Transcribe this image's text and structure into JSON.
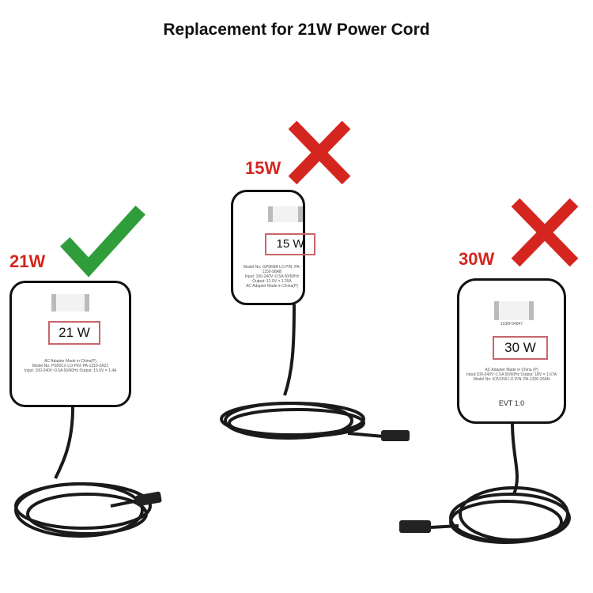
{
  "title": "Replacement for 21W Power Cord",
  "adapters": [
    {
      "watt_tag": "21W",
      "label": "21 W",
      "status": "correct",
      "status_icon": "green-check-icon",
      "color": "#2f9e3a",
      "fine_print": [
        "AC Adapter Made in China(P)",
        "Model No: PS56CX LO P/N: PA-1210-2AZ1",
        "Input: 100-240V~0.5A 50/60Hz Output: 15.0V = 1.4A"
      ]
    },
    {
      "watt_tag": "15W",
      "label": "15 W",
      "status": "incorrect",
      "status_icon": "red-x-icon",
      "color": "#d4261f",
      "fine_print": [
        "Model No: GP96NB LO P/N: PA-1150-98AB",
        "Input: 100-240V~0.5A 50/60Hz Output: 12.0V = 1.25A",
        "AC Adapter Made in China(P)"
      ]
    },
    {
      "watt_tag": "30W",
      "label": "30 W",
      "status": "incorrect",
      "status_icon": "red-x-icon",
      "color": "#d4261f",
      "serial": "1036F34647",
      "fine_print": [
        "AC Adapter Made in China (P)",
        "Input:100-240V~1.0A 50/60Hz Output: 18V = 1.67A",
        "Model No: K3V1N9 LO P/N: PA-1300-20AN"
      ],
      "version": "EVT 1.0"
    }
  ]
}
